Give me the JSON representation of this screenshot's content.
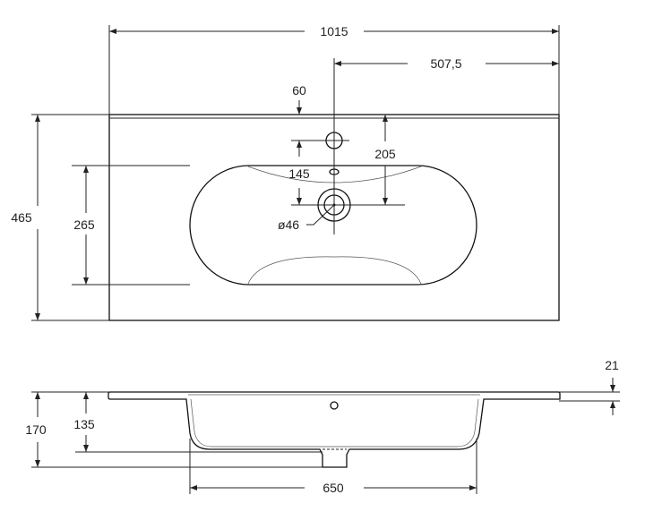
{
  "title": "Washbasin dimension drawing",
  "colors": {
    "line": "#222222",
    "background": "#ffffff"
  },
  "top_view": {
    "overall_width": "1015",
    "half_width": "507,5",
    "tap_offset": "60",
    "tap_to_drain": "145",
    "back_to_drain": "205",
    "drain_diameter": "ø46",
    "overall_depth": "465",
    "bowl_depth": "265"
  },
  "side_view": {
    "flange_thickness": "21",
    "overall_height": "170",
    "bowl_height": "135",
    "bowl_width": "650"
  }
}
